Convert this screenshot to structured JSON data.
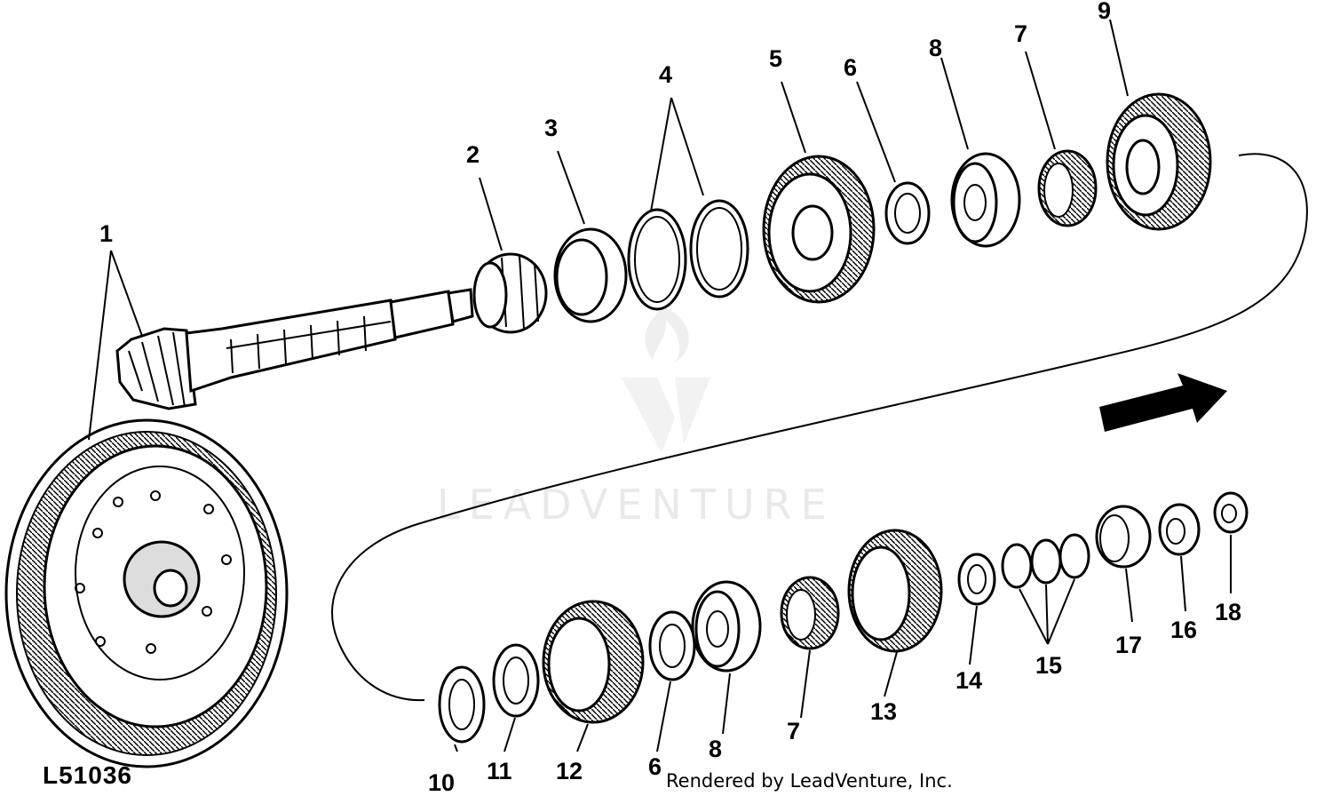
{
  "figure": {
    "id_label": "L51036",
    "credit": "Rendered by LeadVenture, Inc.",
    "watermark": "LEADVENTURE"
  },
  "callouts": [
    {
      "key": "c1",
      "text": "1"
    },
    {
      "key": "c2",
      "text": "2"
    },
    {
      "key": "c3",
      "text": "3"
    },
    {
      "key": "c4",
      "text": "4"
    },
    {
      "key": "c5",
      "text": "5"
    },
    {
      "key": "c6a",
      "text": "6"
    },
    {
      "key": "c8a",
      "text": "8"
    },
    {
      "key": "c7a",
      "text": "7"
    },
    {
      "key": "c9",
      "text": "9"
    },
    {
      "key": "c10",
      "text": "10"
    },
    {
      "key": "c11",
      "text": "11"
    },
    {
      "key": "c12",
      "text": "12"
    },
    {
      "key": "c6b",
      "text": "6"
    },
    {
      "key": "c8b",
      "text": "8"
    },
    {
      "key": "c7b",
      "text": "7"
    },
    {
      "key": "c13",
      "text": "13"
    },
    {
      "key": "c14",
      "text": "14"
    },
    {
      "key": "c15",
      "text": "15"
    },
    {
      "key": "c16",
      "text": "16"
    },
    {
      "key": "c17",
      "text": "17"
    },
    {
      "key": "c18",
      "text": "18"
    }
  ],
  "icons": {
    "direction_arrow": "assembly-direction-arrow-icon",
    "watermark_logo": "leadventure-logo-icon"
  }
}
